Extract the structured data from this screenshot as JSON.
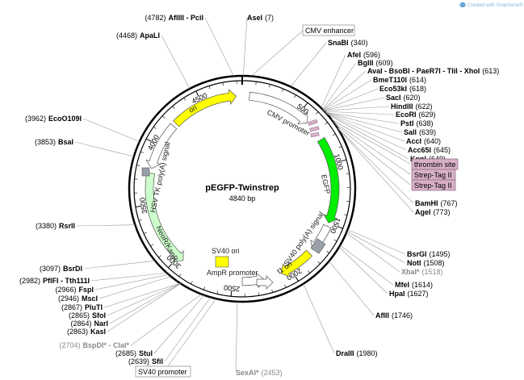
{
  "watermark": "Created with SnapGene®",
  "plasmid": {
    "name": "pEGFP-Twinstrep",
    "size": "4840 bp"
  },
  "ticks": [
    "500",
    "1000",
    "1500",
    "2000",
    "2500",
    "3000",
    "3500",
    "4000",
    "4500"
  ],
  "right_sites": [
    {
      "name": "AseI",
      "pos": "(7)"
    },
    {
      "name": "SnaBI",
      "pos": "(340)"
    },
    {
      "name": "AfeI",
      "pos": "(596)"
    },
    {
      "name": "BglII",
      "pos": "(609)"
    },
    {
      "name": "AvaI - BsoBI - PaeR7I - TliI - XhoI",
      "pos": "(613)"
    },
    {
      "name": "BmeT110I",
      "pos": "(614)"
    },
    {
      "name": "Eco53kI",
      "pos": "(618)"
    },
    {
      "name": "SacI",
      "pos": "(620)"
    },
    {
      "name": "HindIII",
      "pos": "(622)"
    },
    {
      "name": "EcoRI",
      "pos": "(629)"
    },
    {
      "name": "PstI",
      "pos": "(638)"
    },
    {
      "name": "SalI",
      "pos": "(639)"
    },
    {
      "name": "AccI",
      "pos": "(640)"
    },
    {
      "name": "Acc65I",
      "pos": "(645)"
    },
    {
      "name": "KpnI",
      "pos": "(649)"
    },
    {
      "name": "BamHI",
      "pos": "(767)"
    },
    {
      "name": "AgeI",
      "pos": "(773)"
    },
    {
      "name": "BsrGI",
      "pos": "(1495)"
    },
    {
      "name": "NotI",
      "pos": "(1508)"
    },
    {
      "name": "XbaI*",
      "pos": "(1518)"
    },
    {
      "name": "MfeI",
      "pos": "(1614)"
    },
    {
      "name": "HpaI",
      "pos": "(1627)"
    },
    {
      "name": "AflII",
      "pos": "(1746)"
    },
    {
      "name": "DraIII",
      "pos": "(1980)"
    }
  ],
  "left_sites": [
    {
      "name": "AflIII - PciI",
      "pos": "(4782)"
    },
    {
      "name": "ApaLI",
      "pos": "(4468)"
    },
    {
      "name": "EcoO109I",
      "pos": "(3962)"
    },
    {
      "name": "BsaI",
      "pos": "(3853)"
    },
    {
      "name": "RsrII",
      "pos": "(3380)"
    },
    {
      "name": "BsrDI",
      "pos": "(3097)"
    },
    {
      "name": "PflFI - Tth111I",
      "pos": "(2982)"
    },
    {
      "name": "FspI",
      "pos": "(2966)"
    },
    {
      "name": "MscI",
      "pos": "(2946)"
    },
    {
      "name": "PluTI",
      "pos": "(2867)"
    },
    {
      "name": "SfoI",
      "pos": "(2865)"
    },
    {
      "name": "NarI",
      "pos": "(2864)"
    },
    {
      "name": "KasI",
      "pos": "(2863)"
    },
    {
      "name": "BspDI* - ClaI*",
      "pos": "(2704)"
    },
    {
      "name": "StuI",
      "pos": "(2685)"
    },
    {
      "name": "SfiI",
      "pos": "(2639)"
    },
    {
      "name": "SexAI*",
      "pos": "(2453)"
    }
  ],
  "feature_boxes": {
    "cmv_enhancer": "CMV enhancer",
    "thrombin_site": "thrombin site",
    "strep_tag_1": "Strep-Tag II",
    "strep_tag_2": "Strep-Tag II",
    "sv40_promoter": "SV40 promoter"
  },
  "features": {
    "cmv_promoter": "CMV promoter",
    "egfp": "EGFP",
    "sv40_polya": "SV40 poly(A) signal",
    "f1_ori": "f1 ori",
    "ampr_promoter": "AmpR promoter",
    "sv40_ori": "SV40 ori",
    "neo_kan": "NeoR/KanR",
    "hsv_tk_polya": "HSV TK poly(A) signal",
    "ori": "ori"
  },
  "colors": {
    "ori": "#ffff00",
    "egfp": "#00ee00",
    "neo_kan": "#ccffcc",
    "strep_tag": "#d8b0c8",
    "misc_feature": "#9aa0a8",
    "promoter": "#ffffff"
  }
}
